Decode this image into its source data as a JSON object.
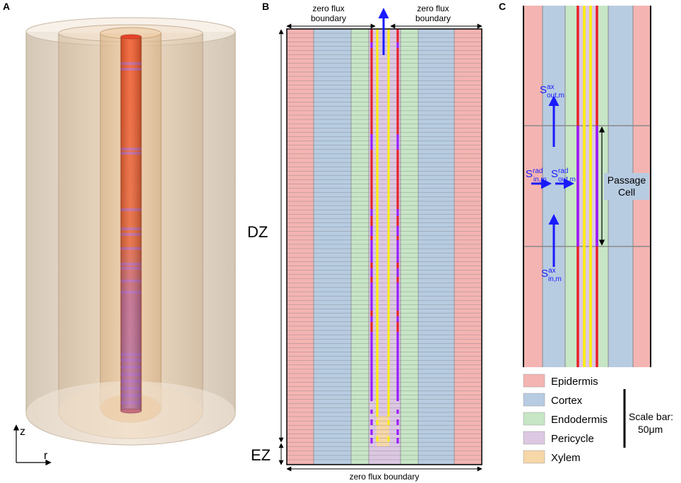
{
  "panels": {
    "a": "A",
    "b": "B",
    "c": "C"
  },
  "panel_a": {
    "axis_z": "z",
    "axis_r": "r"
  },
  "panel_b": {
    "top_left_boundary": [
      "zero flux",
      "boundary"
    ],
    "top_right_boundary": [
      "zero flux",
      "boundary"
    ],
    "bottom_boundary": "zero flux boundary",
    "zone_dz": "DZ",
    "zone_ez": "EZ"
  },
  "panel_c": {
    "s_out_ax": {
      "base": "S",
      "sup": "ax",
      "sub": "out,m"
    },
    "s_in_rad": {
      "base": "S",
      "sup": "rad",
      "sub": "in,m"
    },
    "s_out_rad": {
      "base": "S",
      "sup": "rad",
      "sub": "out,m"
    },
    "s_in_ax": {
      "base": "S",
      "sup": "ax",
      "sub": "in,m"
    },
    "passage_cell": [
      "Passage",
      "Cell"
    ]
  },
  "legend": {
    "items": [
      {
        "label": "Epidermis",
        "color": "#f4b5b2"
      },
      {
        "label": "Cortex",
        "color": "#b7cbe1"
      },
      {
        "label": "Endodermis",
        "color": "#c7e6c5"
      },
      {
        "label": "Pericycle",
        "color": "#ddc8e3"
      },
      {
        "label": "Xylem",
        "color": "#f6d7a7"
      }
    ],
    "scale_bar": [
      "Scale bar:",
      "50μm"
    ]
  },
  "colors": {
    "epidermis": "#f4b5b2",
    "cortex": "#b7cbe1",
    "endodermis": "#c7e6c5",
    "pericycle": "#ddc8e3",
    "xylem": "#f6d7a7",
    "barrier_red": "#e8202a",
    "barrier_purple": "#9b1aff",
    "xylem_yellow": "#ffee00",
    "arrow_blue": "#1a1aff"
  }
}
